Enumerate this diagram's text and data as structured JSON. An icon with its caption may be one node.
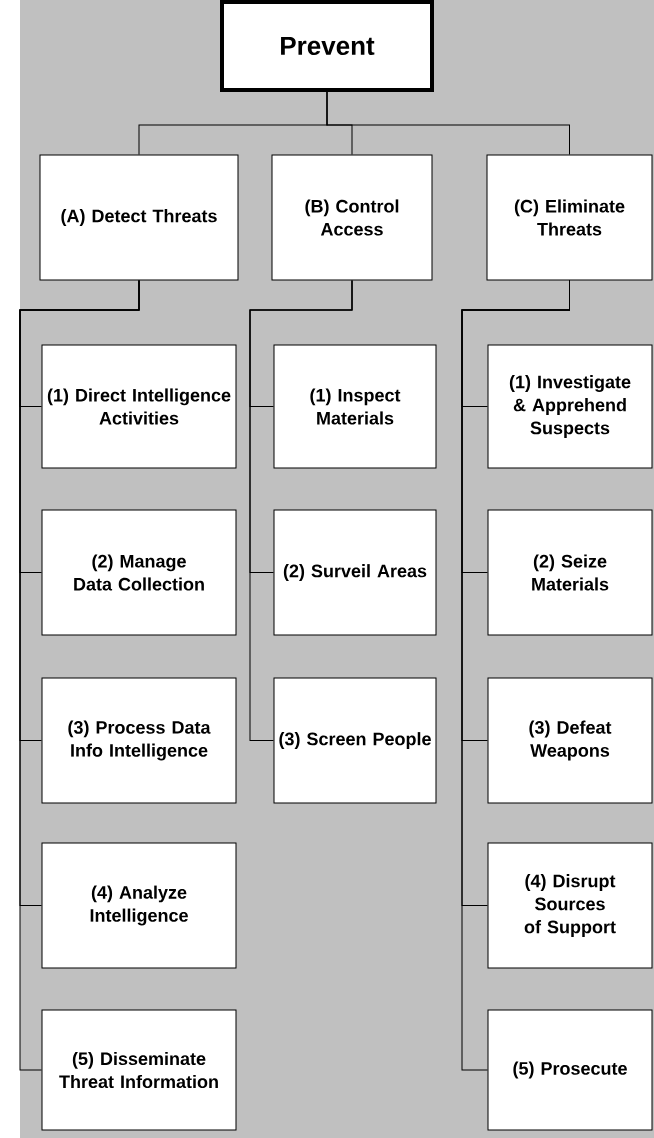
{
  "diagram": {
    "nodes": [
      {
        "text": [
          "Prevent"
        ]
      },
      {
        "text": [
          "(A) Detect Threats"
        ]
      },
      {
        "text": [
          "(B) Control Access"
        ]
      },
      {
        "text": [
          "(C) Eliminate Threats"
        ]
      },
      {
        "text": [
          "(1) Direct Intelligence Activities"
        ]
      },
      {
        "text": [
          "(2) Manage Data Collection"
        ]
      },
      {
        "text": [
          "(3) Process Data Info Intelligence"
        ]
      },
      {
        "text": [
          "(4) Analyze Intelligence"
        ]
      },
      {
        "text": [
          "(5) Disseminate Threat Information"
        ]
      },
      {
        "text": [
          "(1) Inspect Materials"
        ]
      },
      {
        "text": [
          "(2) Surveil Areas"
        ]
      },
      {
        "text": [
          "(3) Screen People"
        ]
      },
      {
        "text": [
          "(1) Investigate & Apprehend Suspects"
        ]
      },
      {
        "text": [
          "(2) Seize Materials"
        ]
      },
      {
        "text": [
          "(3) Defeat Weapons"
        ]
      },
      {
        "text": [
          "(4) Disrupt Sources of Support"
        ]
      },
      {
        "text": [
          "(5) Prosecute"
        ]
      }
    ],
    "edges": [
      {
        "from": 0,
        "to": 1,
        "arrow": "none"
      },
      {
        "from": 0,
        "to": 2,
        "arrow": "none"
      },
      {
        "from": 0,
        "to": 3,
        "arrow": "none"
      },
      {
        "from": 1,
        "to": 4,
        "arrow": "none"
      },
      {
        "from": 1,
        "to": 5,
        "arrow": "none"
      },
      {
        "from": 1,
        "to": 6,
        "arrow": "none"
      },
      {
        "from": 1,
        "to": 7,
        "arrow": "none"
      },
      {
        "from": 1,
        "to": 8,
        "arrow": "none"
      },
      {
        "from": 2,
        "to": 9,
        "arrow": "none"
      },
      {
        "from": 2,
        "to": 10,
        "arrow": "none"
      },
      {
        "from": 2,
        "to": 11,
        "arrow": "none"
      },
      {
        "from": 3,
        "to": 12,
        "arrow": "none"
      },
      {
        "from": 3,
        "to": 13,
        "arrow": "none"
      },
      {
        "from": 3,
        "to": 14,
        "arrow": "none"
      },
      {
        "from": 3,
        "to": 15,
        "arrow": "none"
      },
      {
        "from": 3,
        "to": 16,
        "arrow": "none"
      }
    ]
  }
}
